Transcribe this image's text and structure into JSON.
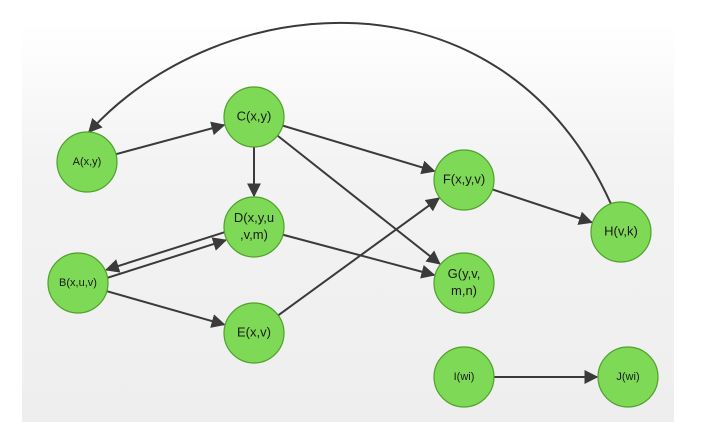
{
  "diagram": {
    "nodes": [
      {
        "id": "A",
        "label": [
          "A(x,y)"
        ]
      },
      {
        "id": "B",
        "label": [
          "B(x,u,v)"
        ]
      },
      {
        "id": "C",
        "label": [
          "C(x,y)"
        ]
      },
      {
        "id": "D",
        "label": [
          "D(x,y,u",
          ",v,m)"
        ]
      },
      {
        "id": "E",
        "label": [
          "E(x,v)"
        ]
      },
      {
        "id": "F",
        "label": [
          "F(x,y,v)"
        ]
      },
      {
        "id": "G",
        "label": [
          "G(y,v,",
          "m,n)"
        ]
      },
      {
        "id": "H",
        "label": [
          "H(v,k)"
        ]
      },
      {
        "id": "I",
        "label": [
          "I(wi)"
        ]
      },
      {
        "id": "J",
        "label": [
          "J(wi)"
        ]
      }
    ],
    "edges": [
      {
        "from": "A",
        "to": "C"
      },
      {
        "from": "C",
        "to": "D"
      },
      {
        "from": "C",
        "to": "F"
      },
      {
        "from": "C",
        "to": "G"
      },
      {
        "from": "D",
        "to": "B"
      },
      {
        "from": "B",
        "to": "D"
      },
      {
        "from": "B",
        "to": "E"
      },
      {
        "from": "D",
        "to": "G"
      },
      {
        "from": "E",
        "to": "F"
      },
      {
        "from": "F",
        "to": "H"
      },
      {
        "from": "H",
        "to": "A"
      },
      {
        "from": "I",
        "to": "J"
      }
    ],
    "colors": {
      "node_fill": "#7ed957",
      "node_stroke": "#4fa12b",
      "edge": "#3a3a3a",
      "background_panel": "#f2f2f2"
    }
  }
}
